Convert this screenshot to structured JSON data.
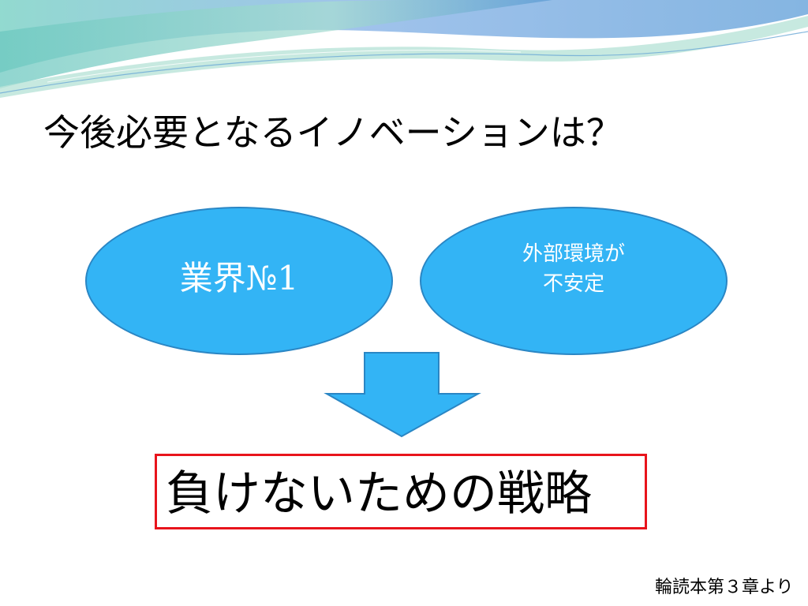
{
  "slide": {
    "title": "今後必要となるイノベーションは？",
    "left_ellipse_label": "業界№1",
    "right_ellipse_label": "外部環境が\n不安定",
    "result_text": "負けないための戦略",
    "footnote": "輪読本第３章より"
  },
  "colors": {
    "ellipse_fill": "#33b4f5",
    "ellipse_stroke": "#2a86c4",
    "arrow_fill": "#33b4f5",
    "result_border": "#e8141c",
    "wave_teal": "#7fd3c7",
    "wave_blue": "#6fa8dc"
  },
  "icons": {
    "arrow": "down-arrow-icon",
    "background": "decorative-wave"
  }
}
